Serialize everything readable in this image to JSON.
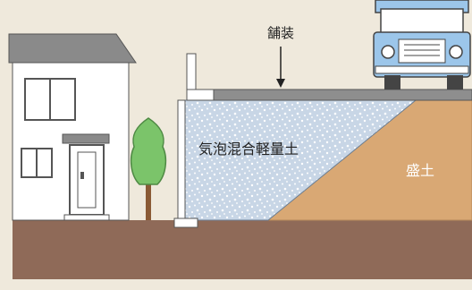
{
  "labels": {
    "pavement": "舗装",
    "foam_soil": "気泡混合軽量土",
    "embankment": "盛土"
  },
  "colors": {
    "background": "#efe9dc",
    "ground": "#8f6a58",
    "embankment": "#d9a874",
    "foam_soil": "#c8d6e6",
    "pavement": "#8e8e8e",
    "house_wall": "#ffffff",
    "house_roof": "#8a8a8a",
    "tree": "#7bc46a",
    "truck": "#9cc6ea",
    "outline": "#444444"
  },
  "icons": [
    "house-icon",
    "tree-icon",
    "truck-icon",
    "arrow-down-icon"
  ]
}
